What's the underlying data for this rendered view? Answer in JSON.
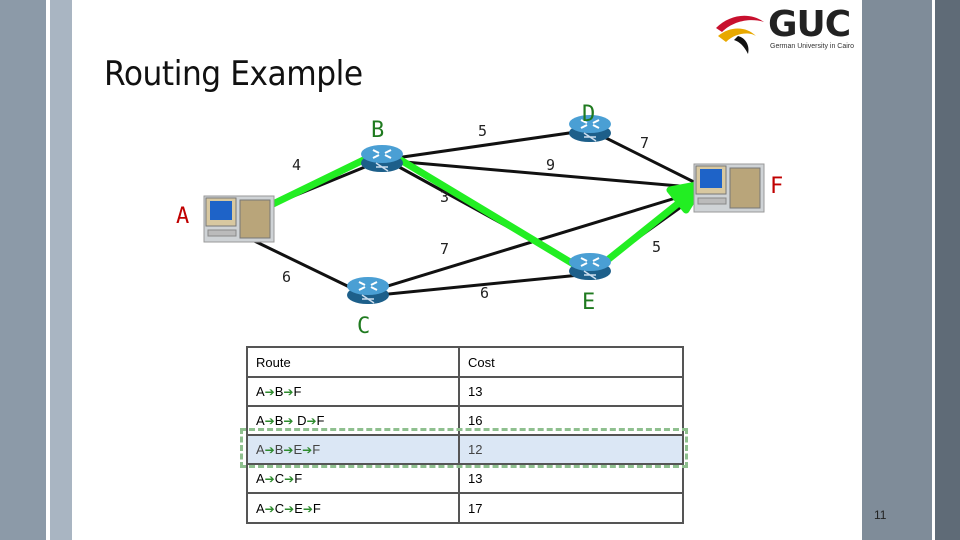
{
  "slide": {
    "title": "Routing Example",
    "page_number": "11"
  },
  "logo": {
    "name": "GUC",
    "subtitle": "German University in Cairo"
  },
  "nodes": {
    "A": "A",
    "B": "B",
    "C": "C",
    "D": "D",
    "E": "E",
    "F": "F"
  },
  "edges": {
    "A_B": "4",
    "A_C": "6",
    "B_D": "5",
    "B_F": "9",
    "B_E": "3",
    "D_F": "7",
    "C_D": "7",
    "C_E": "6",
    "E_F": "5"
  },
  "table": {
    "headers": [
      "Route",
      "Cost"
    ],
    "rows": [
      {
        "route": [
          "A",
          "B",
          "F"
        ],
        "cost": "13",
        "highlight": false
      },
      {
        "route": [
          "A",
          "B",
          " D",
          "F"
        ],
        "cost": "16",
        "highlight": false
      },
      {
        "route": [
          "A",
          "B",
          "E",
          "F"
        ],
        "cost": "12",
        "highlight": true
      },
      {
        "route": [
          "A",
          "C",
          "F"
        ],
        "cost": "13",
        "highlight": false
      },
      {
        "route": [
          "A",
          "C",
          "E",
          "F"
        ],
        "cost": "17",
        "highlight": false
      }
    ],
    "arrow_color": "#2e8b2e"
  },
  "colors": {
    "node_label": "#1f7a1f",
    "node_label_red": "#c00000",
    "path": "#22ee22"
  }
}
